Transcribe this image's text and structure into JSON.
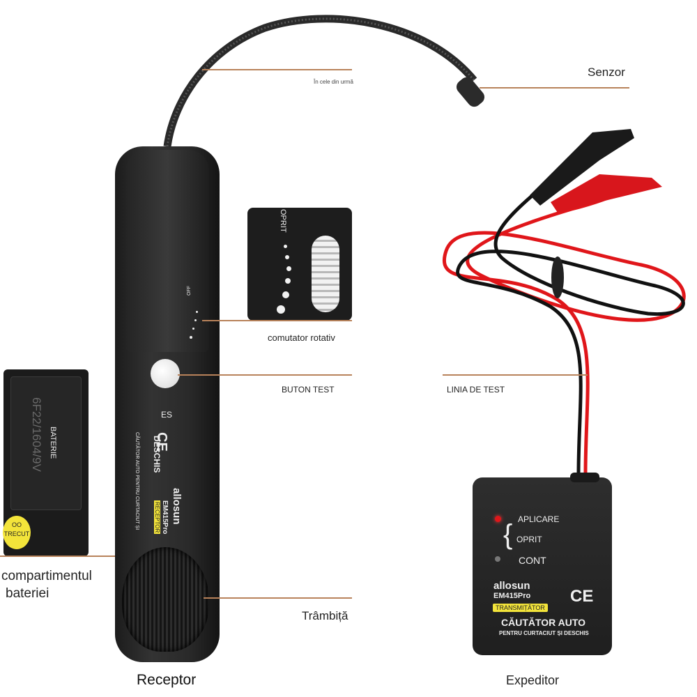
{
  "captions": {
    "senzor": "Senzor",
    "in_cele_din_urma": "În cele din urmă",
    "comutator_rotativ": "comutator rotativ",
    "buton_test": "BUTON TEST",
    "linia_de_test": "LINIA DE TEST",
    "compartiment_line1": "compartimentul",
    "compartiment_line2": "bateriei",
    "trambita": "Trâmbiță",
    "receptor": "Receptor",
    "expeditor": "Expeditor"
  },
  "switch_inset": {
    "label": "OPRIT"
  },
  "receiver": {
    "off_label": "OFF",
    "es_label": "ES",
    "deschis": "DESCHIS",
    "subtitle": "CĂUTĂTOR AUTO PENTRU CURTACIUT ȘI",
    "brand": "allosun",
    "model": "EM415Pro",
    "badge": "RECEPTOR",
    "ce_mark": "CE"
  },
  "battery": {
    "label": "BATERIE",
    "spec": "6F22/1604/9V",
    "badge_top": "OO",
    "badge_bottom": "TRECUT"
  },
  "transmitter": {
    "mode_aplicare": "APLICARE",
    "mode_oprit": "OPRIT",
    "mode_cont": "CONT",
    "brand": "allosun",
    "model": "EM415Pro",
    "badge": "TRANSMIȚĂTOR",
    "ce_mark": "CE",
    "title": "CĂUTĂTOR AUTO",
    "subtitle": "PENTRU CURTACIUT ȘI DESCHIS"
  },
  "colors": {
    "leader_line": "#b8825a",
    "device_body": "#2a2a2a",
    "wire_red": "#e0161a",
    "wire_black": "#111111",
    "badge_yellow": "#f3e43a"
  }
}
